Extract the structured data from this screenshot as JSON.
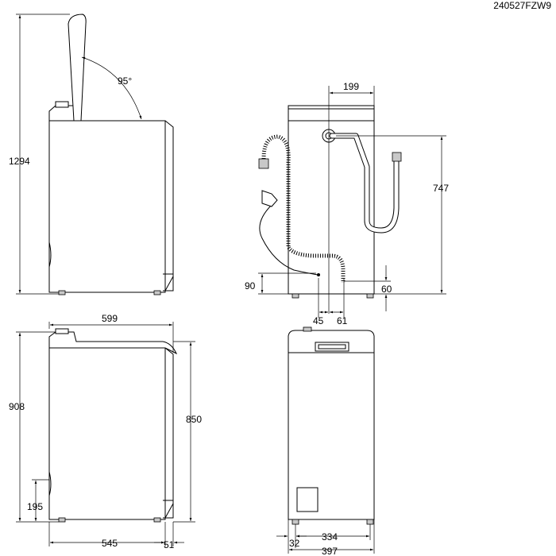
{
  "drawing_code": "240527FZW9",
  "dimensions": {
    "lid_angle": "95°",
    "height_lid_open": "1294",
    "pipe_distance": "199",
    "inlet_height": "747",
    "drain_height": "90",
    "drain_offset": "60",
    "hose_offset_left": "45",
    "hose_offset_right": "61",
    "depth": "599",
    "height_total": "908",
    "height_body": "850",
    "bottom_panel_height": "195",
    "depth_body": "545",
    "depth_rear": "51",
    "feet_spacing": "334",
    "feet_inset": "32",
    "width": "397"
  }
}
